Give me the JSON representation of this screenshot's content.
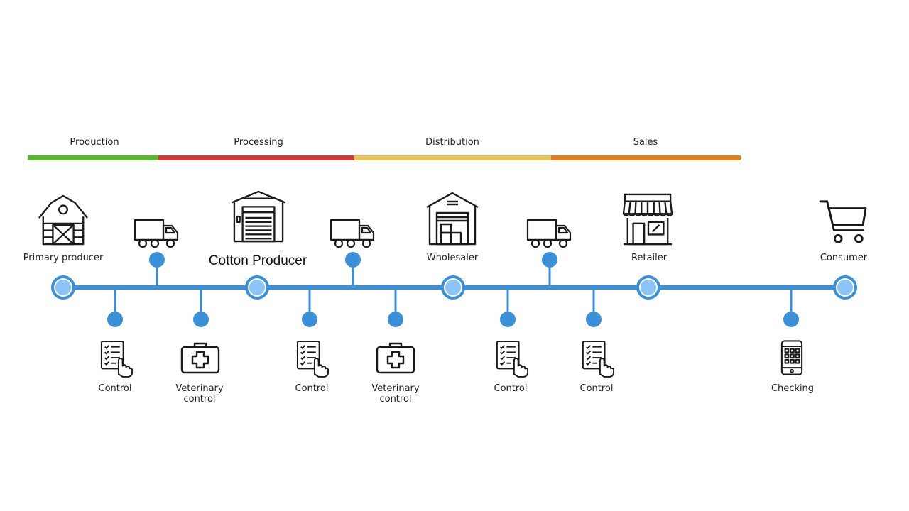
{
  "phases": [
    {
      "label": "Production",
      "color": "#5ab52f"
    },
    {
      "label": "Processing",
      "color": "#cf3a3a"
    },
    {
      "label": "Distribution",
      "color": "#e8c35a"
    },
    {
      "label": "Sales",
      "color": "#e07f1e"
    }
  ],
  "stages": {
    "primary_producer": {
      "label": "Primary producer",
      "icon": "barn-icon"
    },
    "cotton_producer": {
      "label": "Cotton Producer",
      "icon": "factory-icon"
    },
    "wholesaler": {
      "label": "Wholesaler",
      "icon": "warehouse-icon"
    },
    "retailer": {
      "label": "Retailer",
      "icon": "store-icon"
    },
    "consumer": {
      "label": "Consumer",
      "icon": "shopping-cart-icon"
    }
  },
  "transport": [
    {
      "icon": "truck-icon"
    },
    {
      "icon": "truck-icon"
    },
    {
      "icon": "truck-icon"
    }
  ],
  "checks": {
    "control_1": {
      "label": "Control",
      "icon": "checklist-icon"
    },
    "vet_1": {
      "label": "Veterinary\ncontrol",
      "icon": "first-aid-kit-icon"
    },
    "control_2": {
      "label": "Control",
      "icon": "checklist-icon"
    },
    "vet_2": {
      "label": "Veterinary\ncontrol",
      "icon": "first-aid-kit-icon"
    },
    "control_3": {
      "label": "Control",
      "icon": "checklist-icon"
    },
    "control_4": {
      "label": "Control",
      "icon": "checklist-icon"
    },
    "checking": {
      "label": "Checking",
      "icon": "smartphone-icon"
    }
  },
  "colors": {
    "line": "#3b8fd6",
    "node_fill": "#8cc4f7"
  }
}
